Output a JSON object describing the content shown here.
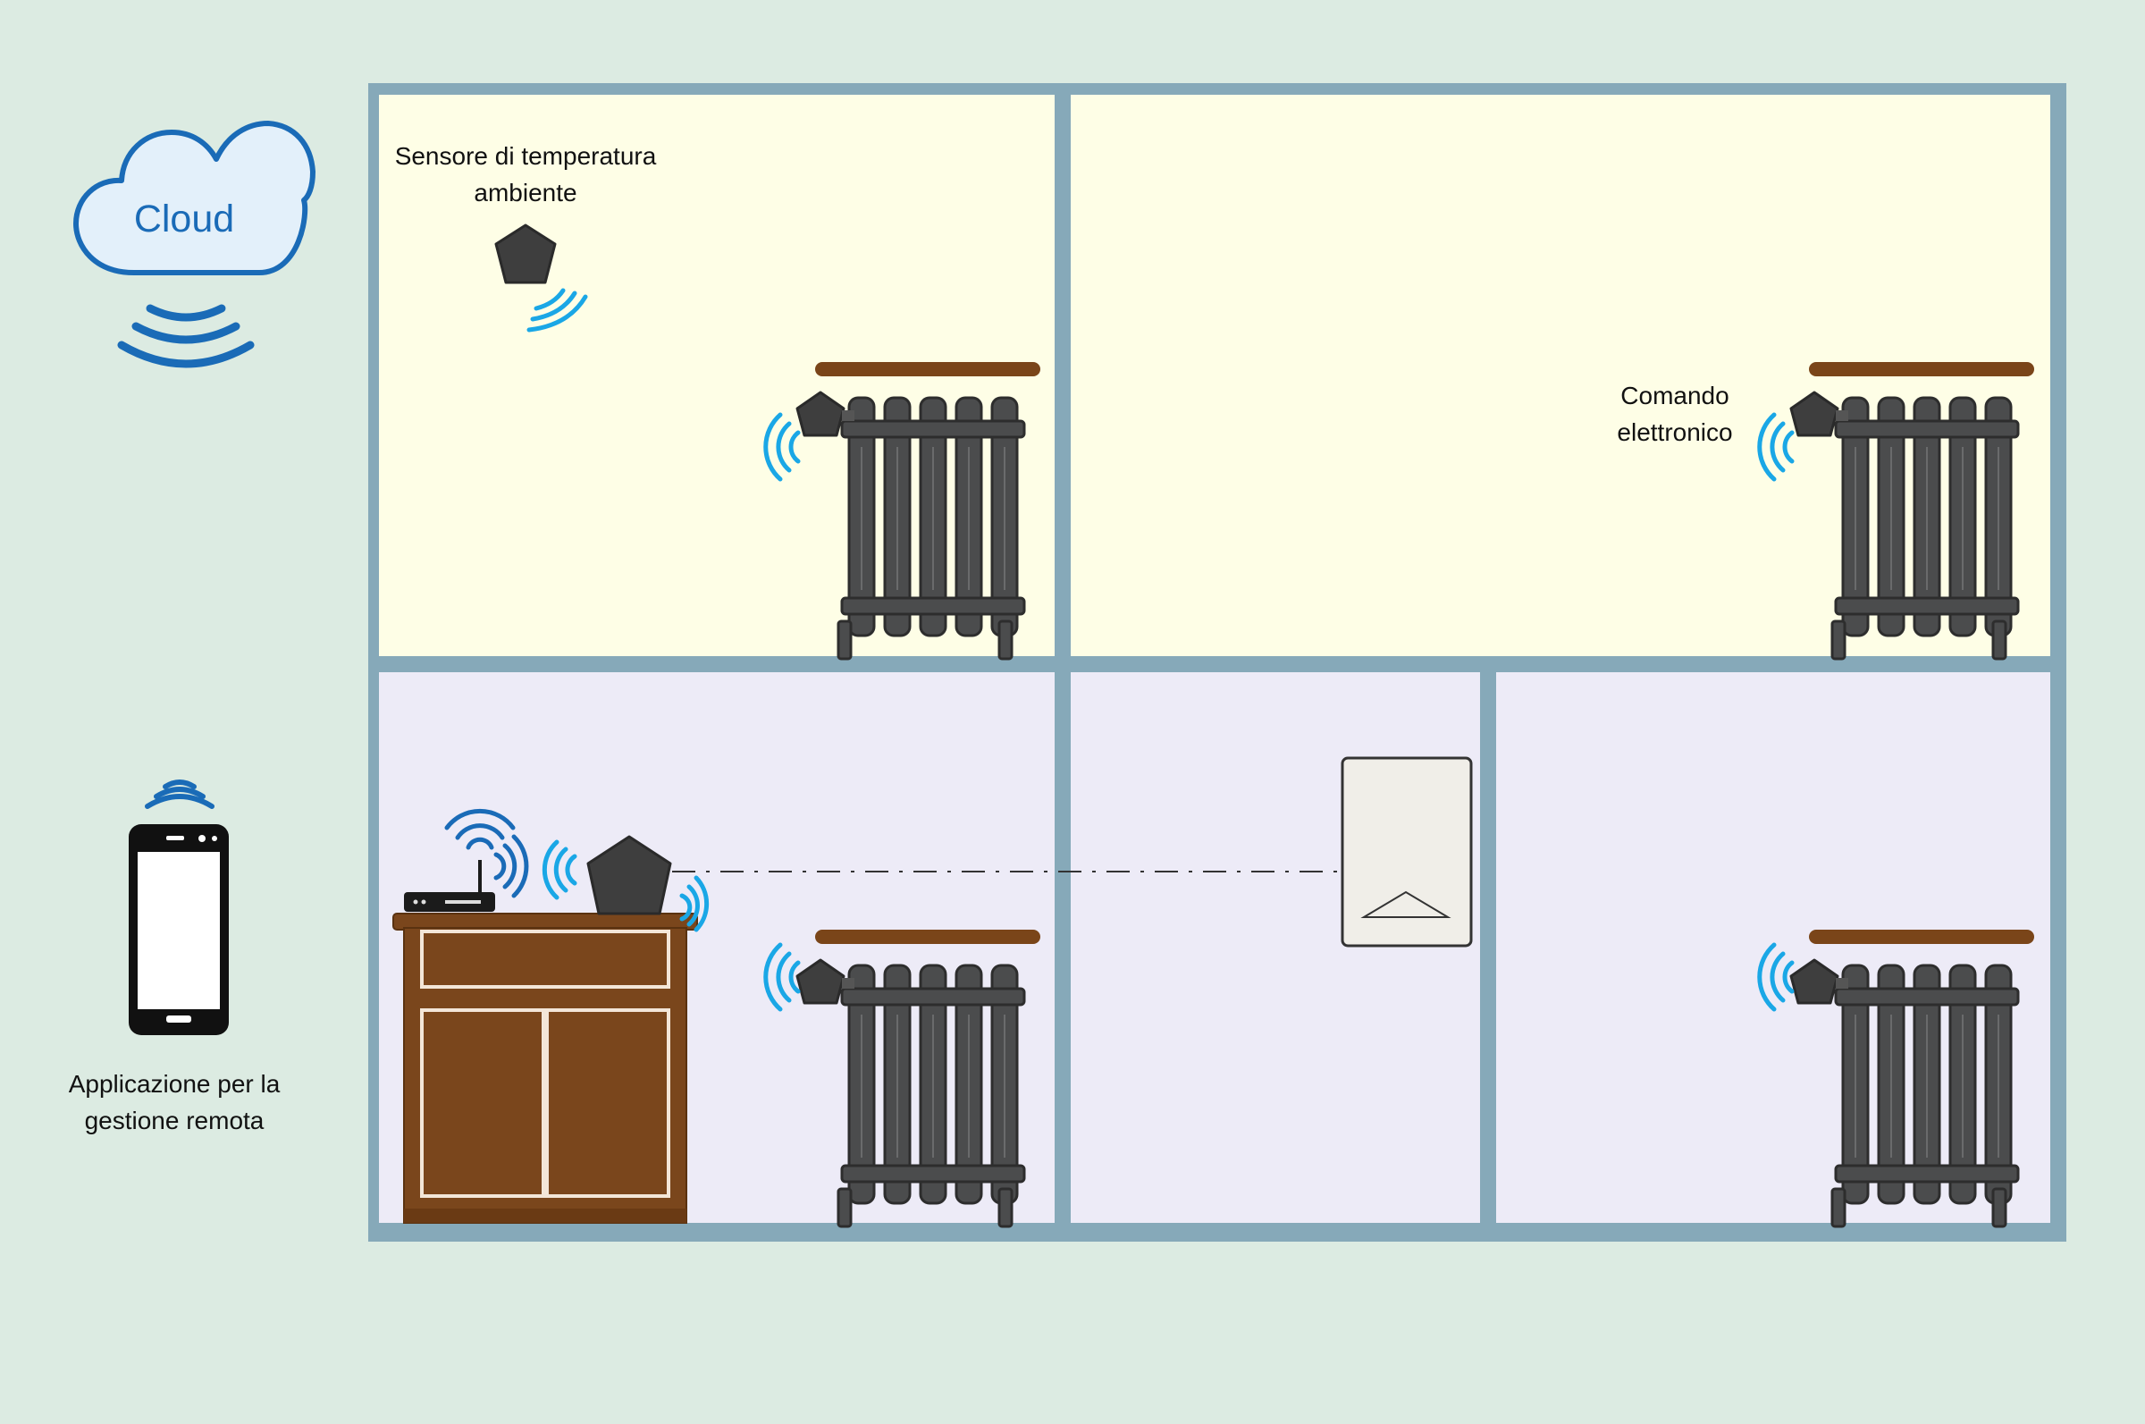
{
  "cloud": {
    "label": "Cloud"
  },
  "sensor": {
    "label_line1": "Sensore di temperatura",
    "label_line2": "ambiente"
  },
  "electronic_control": {
    "label_line1": "Comando",
    "label_line2": "elettronico"
  },
  "app": {
    "label_line1": "Applicazione per la",
    "label_line2": "gestione remota"
  },
  "icons": [
    "cloud-icon",
    "wifi-waves-icon",
    "smartphone-icon",
    "router-icon",
    "gateway-icon",
    "temperature-sensor-icon",
    "radiator-icon",
    "thermostatic-head-icon",
    "boiler-icon"
  ],
  "colors": {
    "background": "#dcebe2",
    "walls": "#86a9b9",
    "room_top": "#fefee6",
    "room_bottom": "#edebf7",
    "cloud_stroke": "#1a6bb7",
    "cloud_fill": "#e3f0fa",
    "signal_blue": "#1aa7e6",
    "device_dark": "#3c3c3c",
    "radiator": "#4b4c4d",
    "shelf": "#7a4519",
    "cabinet": "#7a461c",
    "boiler_fill": "#f0eee8"
  }
}
